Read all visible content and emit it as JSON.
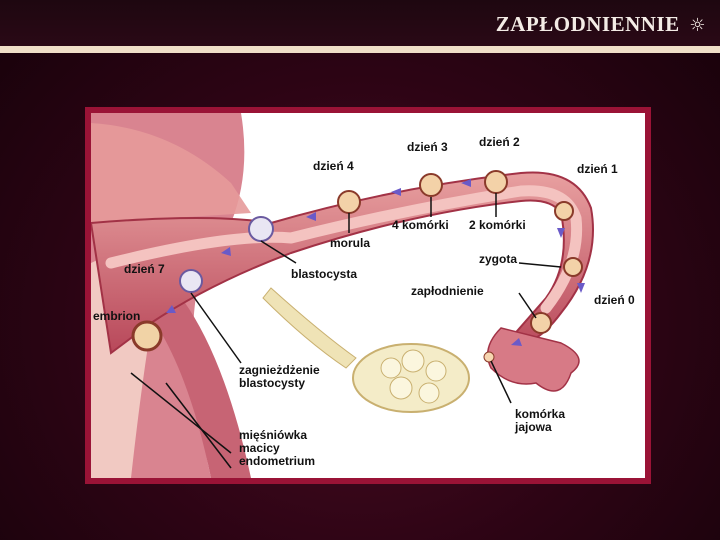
{
  "slide": {
    "title": "ZAPŁODNIENNIE",
    "title_icon": "sun-icon",
    "title_symbol": "☼",
    "background_color": "#2c0414",
    "frame_color": "#9a1336",
    "rule_color": "#f0dfc8"
  },
  "diagram": {
    "labels": {
      "dzien3": "dzień 3",
      "dzien2": "dzień 2",
      "dzien4": "dzień 4",
      "dzien1": "dzień 1",
      "cztery_komorki": "4 komórki",
      "dwie_komorki": "2 komórki",
      "morula": "morula",
      "zygota": "zygota",
      "dzien7": "dzień 7",
      "blastocysta": "blastocysta",
      "zaplodnienie": "zapłodnienie",
      "dzien0": "dzień 0",
      "embrion": "embrion",
      "zagniezdzenie": "zagnieżdżenie blastocysty",
      "komorka_jajowa": "komórka jajowa",
      "miesniowka": "mięśniówka macicy endometrium"
    }
  }
}
